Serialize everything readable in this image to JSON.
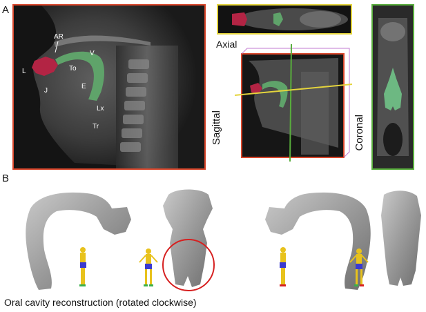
{
  "panels": {
    "a": "A",
    "b": "B"
  },
  "sagittal_image": {
    "labels": {
      "ar": "AR",
      "l": "L",
      "to": "To",
      "v": "V",
      "j": "J",
      "e": "E",
      "lx": "Lx",
      "tr": "Tr"
    }
  },
  "view_labels": {
    "axial": "Axial",
    "sagittal": "Sagittal",
    "coronal": "Coronal"
  },
  "caption": "Oral cavity reconstruction (rotated clockwise)",
  "colors": {
    "sagittal_frame": "#d9472c",
    "axial_frame": "#e4d43c",
    "coronal_frame": "#58ad3c",
    "lip_region": "#b32444",
    "airway_region": "#5fa36a",
    "highlight_circle": "#d62020",
    "model_gray": "#9a9a9a"
  }
}
